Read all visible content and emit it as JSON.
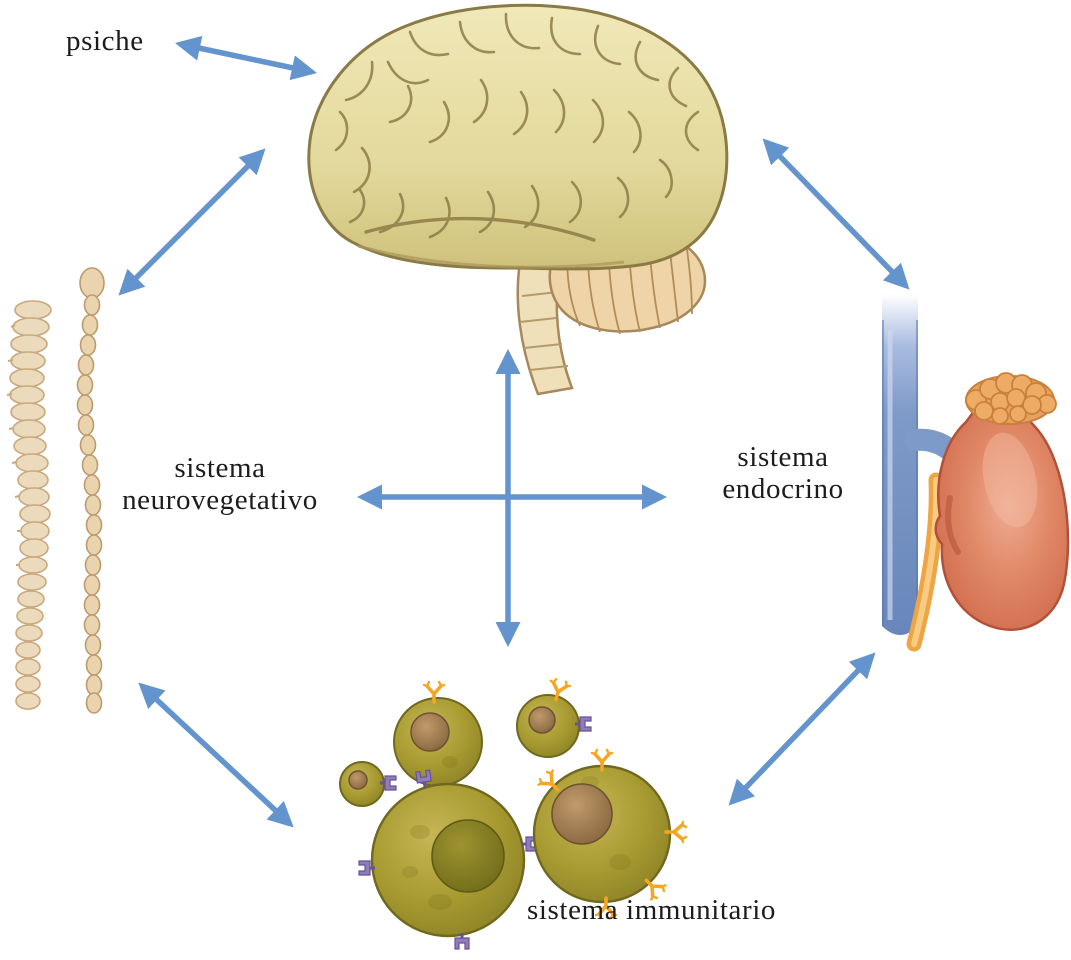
{
  "diagram_title": "psiche / sistema nervoso / sistema endocrino / sistema immunitario",
  "labels": {
    "psiche": "psiche",
    "neurovegetativo_line1": "sistema",
    "neurovegetativo_line2": "neurovegetativo",
    "endocrino_line1": "sistema",
    "endocrino_line2": "endocrino",
    "immunitario": "sistema immunitario"
  },
  "nodes": [
    {
      "id": "psiche",
      "label": "psiche",
      "illustration": "none"
    },
    {
      "id": "cervello",
      "label": "",
      "illustration": "brain"
    },
    {
      "id": "neurovegetativo",
      "label": "sistema neurovegetativo",
      "illustration": "spinal-cord-and-sympathetic-chain"
    },
    {
      "id": "endocrino",
      "label": "sistema endocrino",
      "illustration": "kidney-adrenal-gland-vessels"
    },
    {
      "id": "immunitario",
      "label": "sistema immunitario",
      "illustration": "immune-cells"
    }
  ],
  "connections": [
    {
      "from": "psiche",
      "to": "cervello",
      "bidirectional": true
    },
    {
      "from": "cervello",
      "to": "neurovegetativo",
      "bidirectional": true
    },
    {
      "from": "cervello",
      "to": "endocrino",
      "bidirectional": true
    },
    {
      "from": "cervello",
      "to": "immunitario",
      "bidirectional": true
    },
    {
      "from": "neurovegetativo",
      "to": "endocrino",
      "bidirectional": true
    },
    {
      "from": "neurovegetativo",
      "to": "immunitario",
      "bidirectional": true
    },
    {
      "from": "endocrino",
      "to": "immunitario",
      "bidirectional": true
    }
  ],
  "colors": {
    "arrow": "#6494ce",
    "text": "#1c1c1c",
    "background": "#ffffff",
    "brain_fill": "#e7dfa6",
    "brain_outline": "#8a7a45",
    "cerebellum_fill": "#eed4a6",
    "spine_fill": "#ecdabc",
    "spine_outline": "#c9a87c",
    "kidney_fill": "#dd7a5c",
    "adrenal_fill": "#eeab66",
    "vein_blue": "#7e9ac8",
    "ureter_orange": "#f0a545",
    "cell_fill": "#ac9e33",
    "nucleus_brown": "#9a7a4d",
    "receptor_purple": "#8f7cb8",
    "receptor_orange": "#f5a623"
  }
}
